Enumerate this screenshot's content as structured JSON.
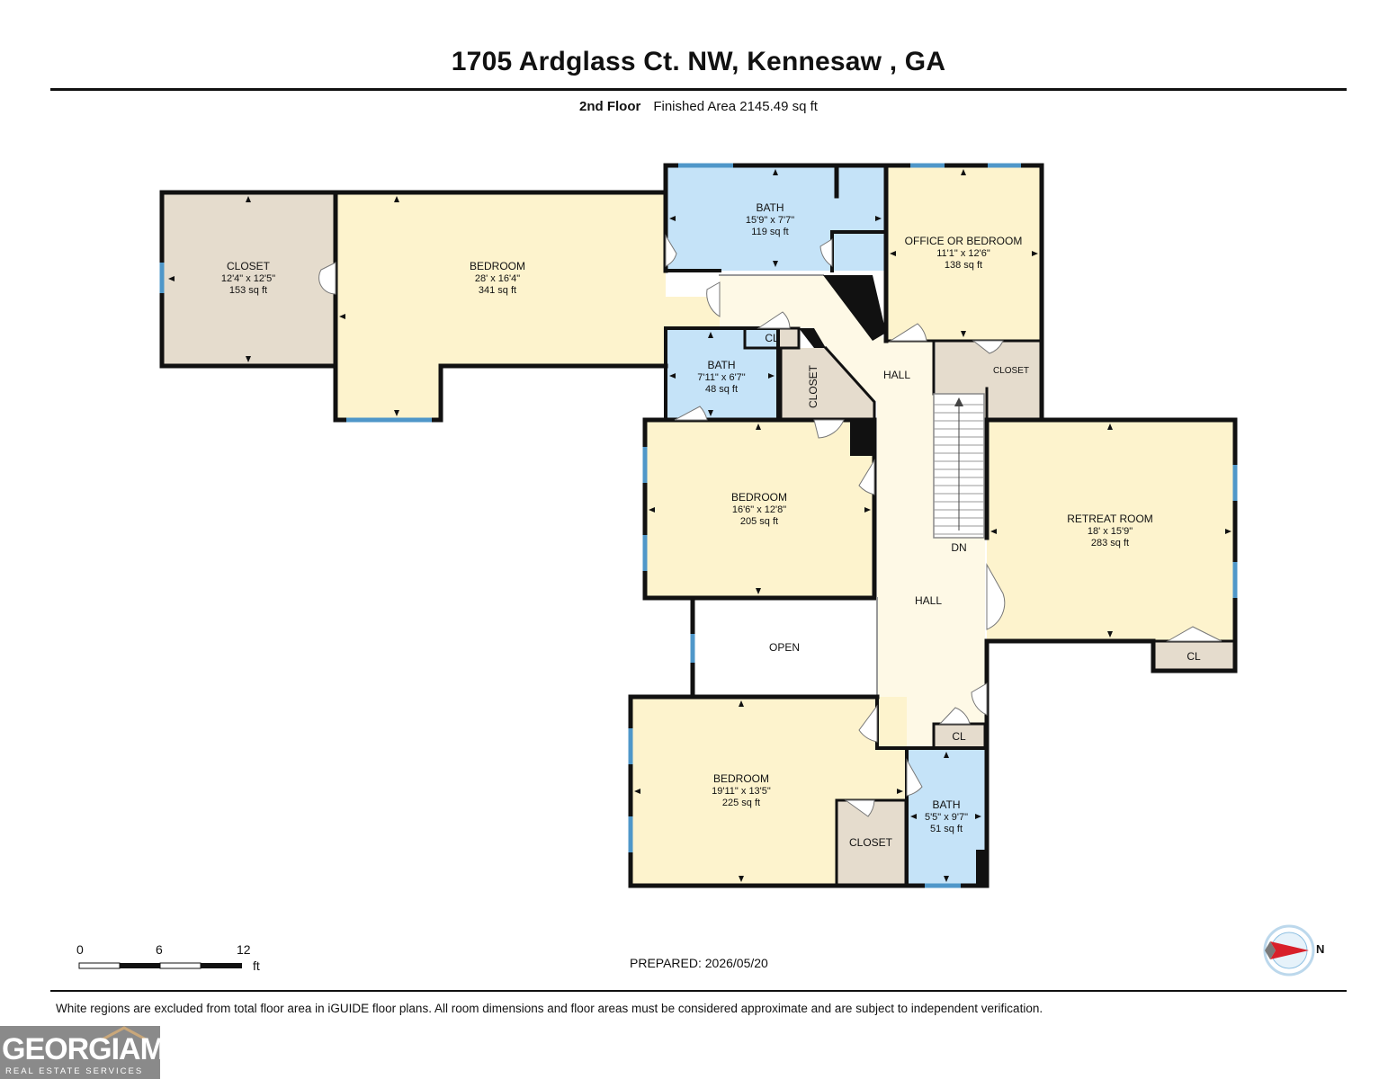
{
  "header": {
    "title": "1705 Ardglass Ct. NW, Kennesaw , GA",
    "floor": "2nd Floor",
    "area": "Finished Area 2145.49 sq ft"
  },
  "colors": {
    "bedroom": "#fdf3cd",
    "bath": "#c5e3f8",
    "closet": "#e5dccd",
    "hall": "#fef9e6",
    "wall": "#111111",
    "window": "#4f97c9"
  },
  "rooms": {
    "closet_main": {
      "name": "CLOSET",
      "dims": "12'4\" x 12'5\"",
      "area": "153 sq ft"
    },
    "bedroom_main": {
      "name": "BEDROOM",
      "dims": "28' x 16'4\"",
      "area": "341 sq ft"
    },
    "bath_main": {
      "name": "BATH",
      "dims": "15'9\" x 7'7\"",
      "area": "119 sq ft"
    },
    "office": {
      "name": "OFFICE OR BEDROOM",
      "dims": "11'1\" x 12'6\"",
      "area": "138 sq ft"
    },
    "cl_1": {
      "name": "CL"
    },
    "bath_2": {
      "name": "BATH",
      "dims": "7'11\" x 6'7\"",
      "area": "48 sq ft"
    },
    "closet_2": {
      "name": "CLOSET"
    },
    "hall_upper": {
      "name": "HALL"
    },
    "closet_3": {
      "name": "CLOSET"
    },
    "bedroom_2": {
      "name": "BEDROOM",
      "dims": "16'6\" x 12'8\"",
      "area": "205 sq ft"
    },
    "stairs": {
      "name": "DN"
    },
    "retreat": {
      "name": "RETREAT ROOM",
      "dims": "18' x 15'9\"",
      "area": "283 sq ft"
    },
    "hall_lower": {
      "name": "HALL"
    },
    "cl_2": {
      "name": "CL"
    },
    "open": {
      "name": "OPEN"
    },
    "cl_3": {
      "name": "CL"
    },
    "bedroom_3": {
      "name": "BEDROOM",
      "dims": "19'11\" x 13'5\"",
      "area": "225 sq ft"
    },
    "closet_4": {
      "name": "CLOSET"
    },
    "bath_3": {
      "name": "BATH",
      "dims": "5'5\" x 9'7\"",
      "area": "51 sq ft"
    }
  },
  "scale": {
    "ticks": [
      "0",
      "6",
      "12"
    ],
    "unit": "ft"
  },
  "compass": {
    "label": "N"
  },
  "footer": {
    "prepared": "PREPARED: 2026/05/20",
    "disclaimer": "White regions are excluded from total floor area in iGUIDE floor plans. All room dimensions and floor areas must be considered approximate and are subject to independent verification.",
    "logo_text": "GEORGIAMLS",
    "logo_sub": "REAL ESTATE SERVICES"
  }
}
